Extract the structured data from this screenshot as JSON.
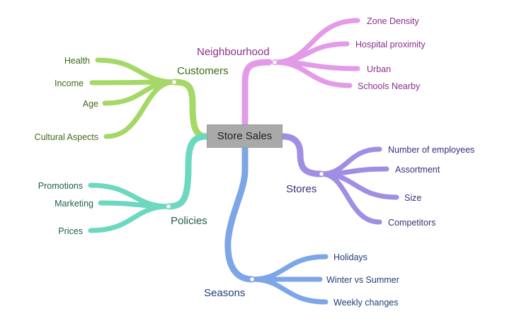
{
  "root": {
    "label": "Store Sales",
    "fill": "#a9a9a9"
  },
  "branches": [
    {
      "id": "neighbourhood",
      "label": "Neighbourhood",
      "color": "#e39be8",
      "text_color": "#8a2f8a",
      "leaves": [
        "Zone Density",
        "Hospital proximity",
        "Urban",
        "Schools Nearby"
      ]
    },
    {
      "id": "customers",
      "label": "Customers",
      "color": "#a5d867",
      "text_color": "#3f6b19",
      "leaves": [
        "Health",
        "Income",
        "Age",
        "Cultural Aspects"
      ]
    },
    {
      "id": "stores",
      "label": "Stores",
      "color": "#a08ee2",
      "text_color": "#3b2f7a",
      "leaves": [
        "Number of employees",
        "Assortment",
        "Size",
        "Competitors"
      ]
    },
    {
      "id": "policies",
      "label": "Policies",
      "color": "#6cd8bf",
      "text_color": "#1f5e4c",
      "leaves": [
        "Promotions",
        "Marketing",
        "Prices"
      ]
    },
    {
      "id": "seasons",
      "label": "Seasons",
      "color": "#7da6e6",
      "text_color": "#22407a",
      "leaves": [
        "Holidays",
        "Winter vs Summer",
        "Weekly changes"
      ]
    }
  ]
}
